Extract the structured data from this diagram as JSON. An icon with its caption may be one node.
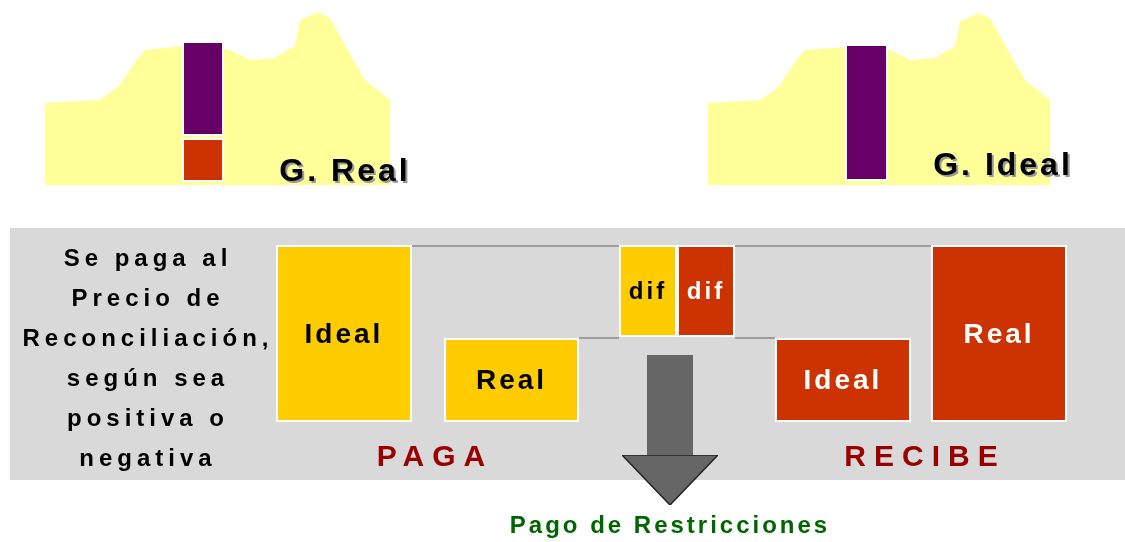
{
  "diagram": {
    "nodes": [
      {
        "text": [
          "Ideal"
        ]
      },
      {
        "text": [
          "Real"
        ]
      },
      {
        "text": [
          "dif"
        ]
      },
      {
        "text": [
          "dif"
        ]
      },
      {
        "text": [
          "Ideal"
        ]
      },
      {
        "text": [
          "Real"
        ]
      },
      {
        "text": [
          "Pago de Restricciones"
        ]
      }
    ],
    "edges": [
      {
        "from": 0,
        "to": 2,
        "arrow": "none"
      },
      {
        "from": 3,
        "to": 5,
        "arrow": "none"
      },
      {
        "from": 1,
        "to": 2,
        "arrow": "none"
      },
      {
        "from": 3,
        "to": 4,
        "arrow": "none"
      },
      {
        "from": null,
        "to": 6,
        "arrow": "to",
        "style": "thick"
      }
    ],
    "labels": [
      "G. Real",
      "G. Ideal",
      "Se paga al Precio de Reconciliación, según sea positiva o negativa",
      "PAGA",
      "RECIBE"
    ]
  }
}
